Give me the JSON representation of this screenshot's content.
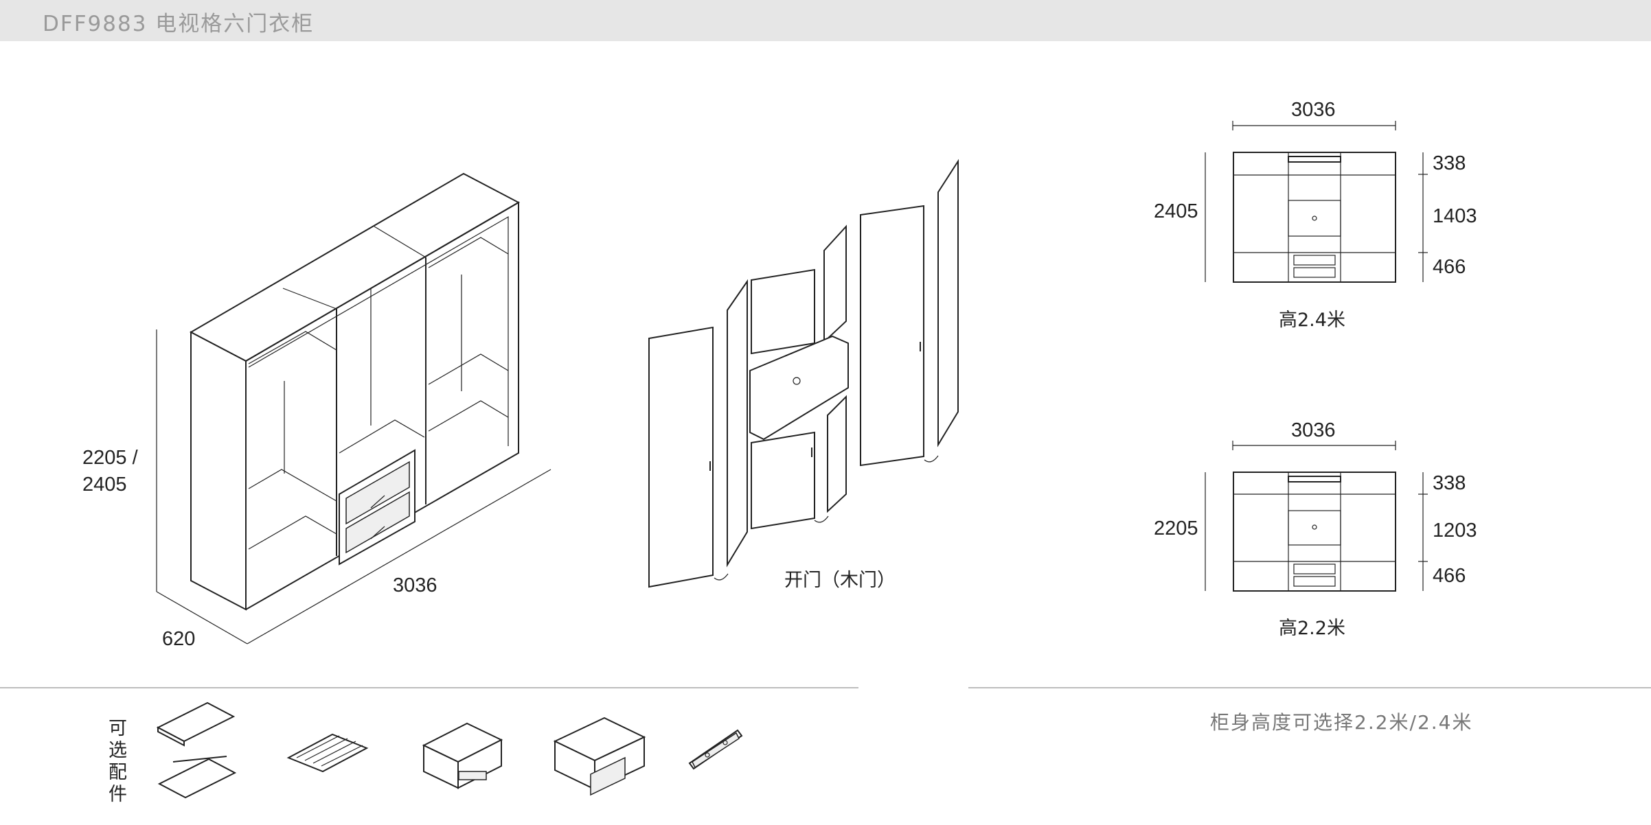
{
  "header": {
    "title": "DFF9883 电视格六门衣柜"
  },
  "isometric": {
    "height_label_line1": "2205 /",
    "height_label_line2": "2405",
    "width_label": "3036",
    "depth_label": "620"
  },
  "doors": {
    "caption": "开门（木门）"
  },
  "elevation_tall": {
    "width": "3036",
    "height": "2405",
    "seg_top": "338",
    "seg_mid": "1403",
    "seg_bottom": "466",
    "caption": "高2.4米"
  },
  "elevation_short": {
    "width": "3036",
    "height": "2205",
    "seg_top": "338",
    "seg_mid": "1203",
    "seg_bottom": "466",
    "caption": "高2.2米"
  },
  "accessories": {
    "label_chars": [
      "可",
      "选",
      "配",
      "件"
    ],
    "items": [
      "shelf-panels-icon",
      "pull-out-rack-icon",
      "tray-drawer-icon",
      "drawer-unit-icon",
      "tie-rack-icon"
    ]
  },
  "footer": {
    "note": "柜身高度可选择2.2米/2.4米"
  }
}
